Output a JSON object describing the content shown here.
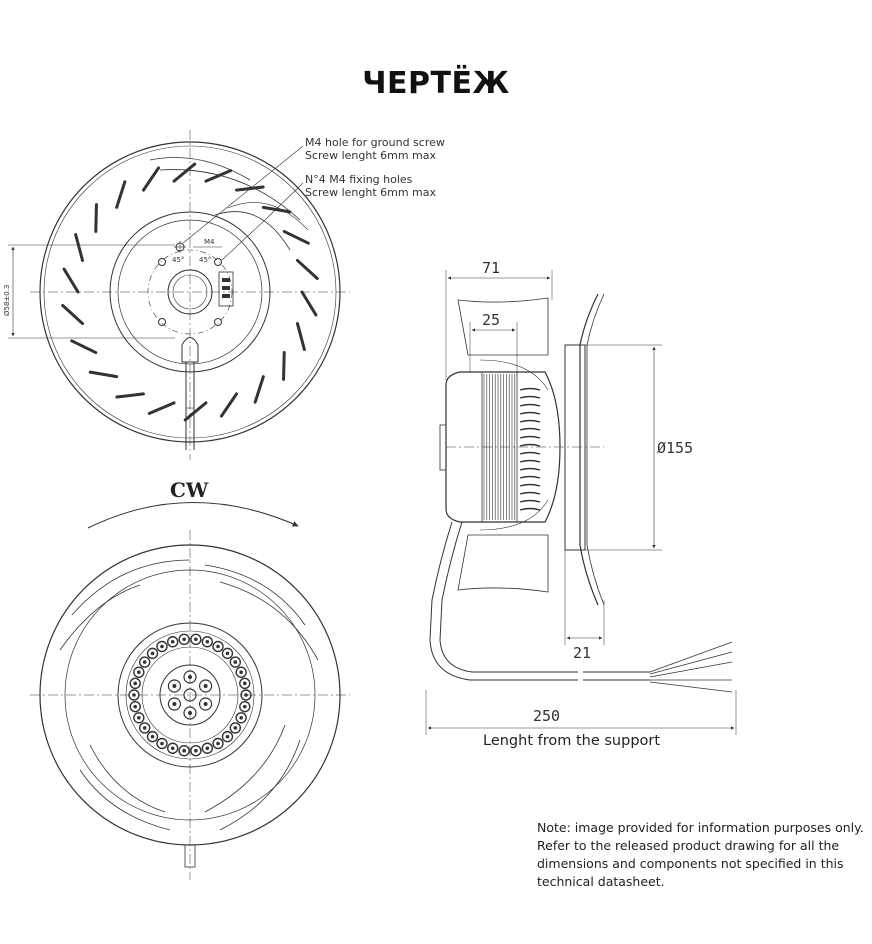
{
  "title": "ЧЕРТЁЖ",
  "annotations": {
    "ground_screw_line1": "M4 hole for ground screw",
    "ground_screw_line2": "Screw lenght 6mm max",
    "fixing_holes_line1": "N°4 M4 fixing holes",
    "fixing_holes_line2": "Screw lenght 6mm max",
    "m4_label": "M4",
    "angle_left": "45°",
    "angle_right": "45°",
    "bolt_circle": "Ø58±0.3"
  },
  "rotation": {
    "label": "CW"
  },
  "dimensions": {
    "width_71": "71",
    "width_25": "25",
    "diameter_155": "Ø155",
    "width_21": "21",
    "cable_250": "250",
    "cable_caption": "Lenght from the support"
  },
  "note_lines": [
    "Note: image provided for information purposes only.",
    "Refer to the released product drawing for all the",
    "dimensions  and components not specified in this",
    "technical datasheet."
  ]
}
